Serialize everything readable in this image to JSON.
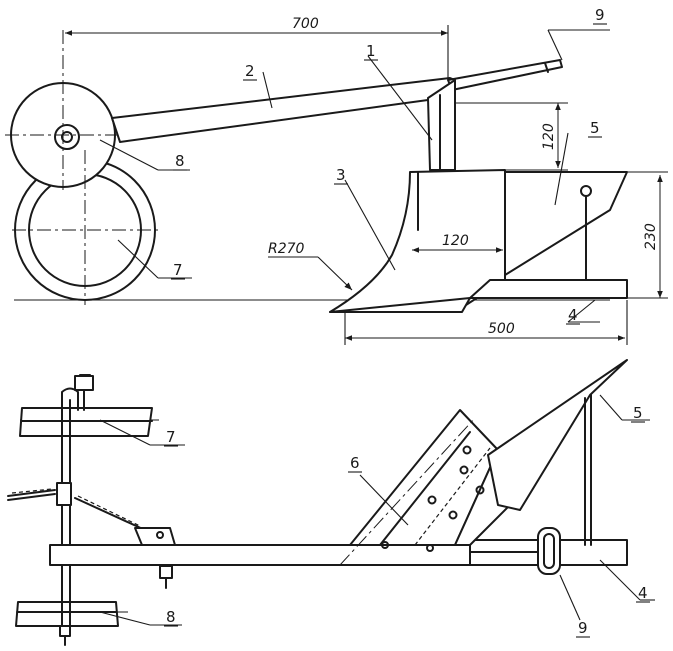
{
  "dimensions": {
    "handle_length": "700",
    "post_height": "120",
    "share_width": "120",
    "height": "230",
    "radius": "R270",
    "base_length": "500"
  },
  "side_view_labels": [
    "1",
    "2",
    "3",
    "4",
    "5",
    "7",
    "8",
    "9"
  ],
  "top_view_labels": [
    "4",
    "5",
    "6",
    "7",
    "8",
    "9"
  ]
}
